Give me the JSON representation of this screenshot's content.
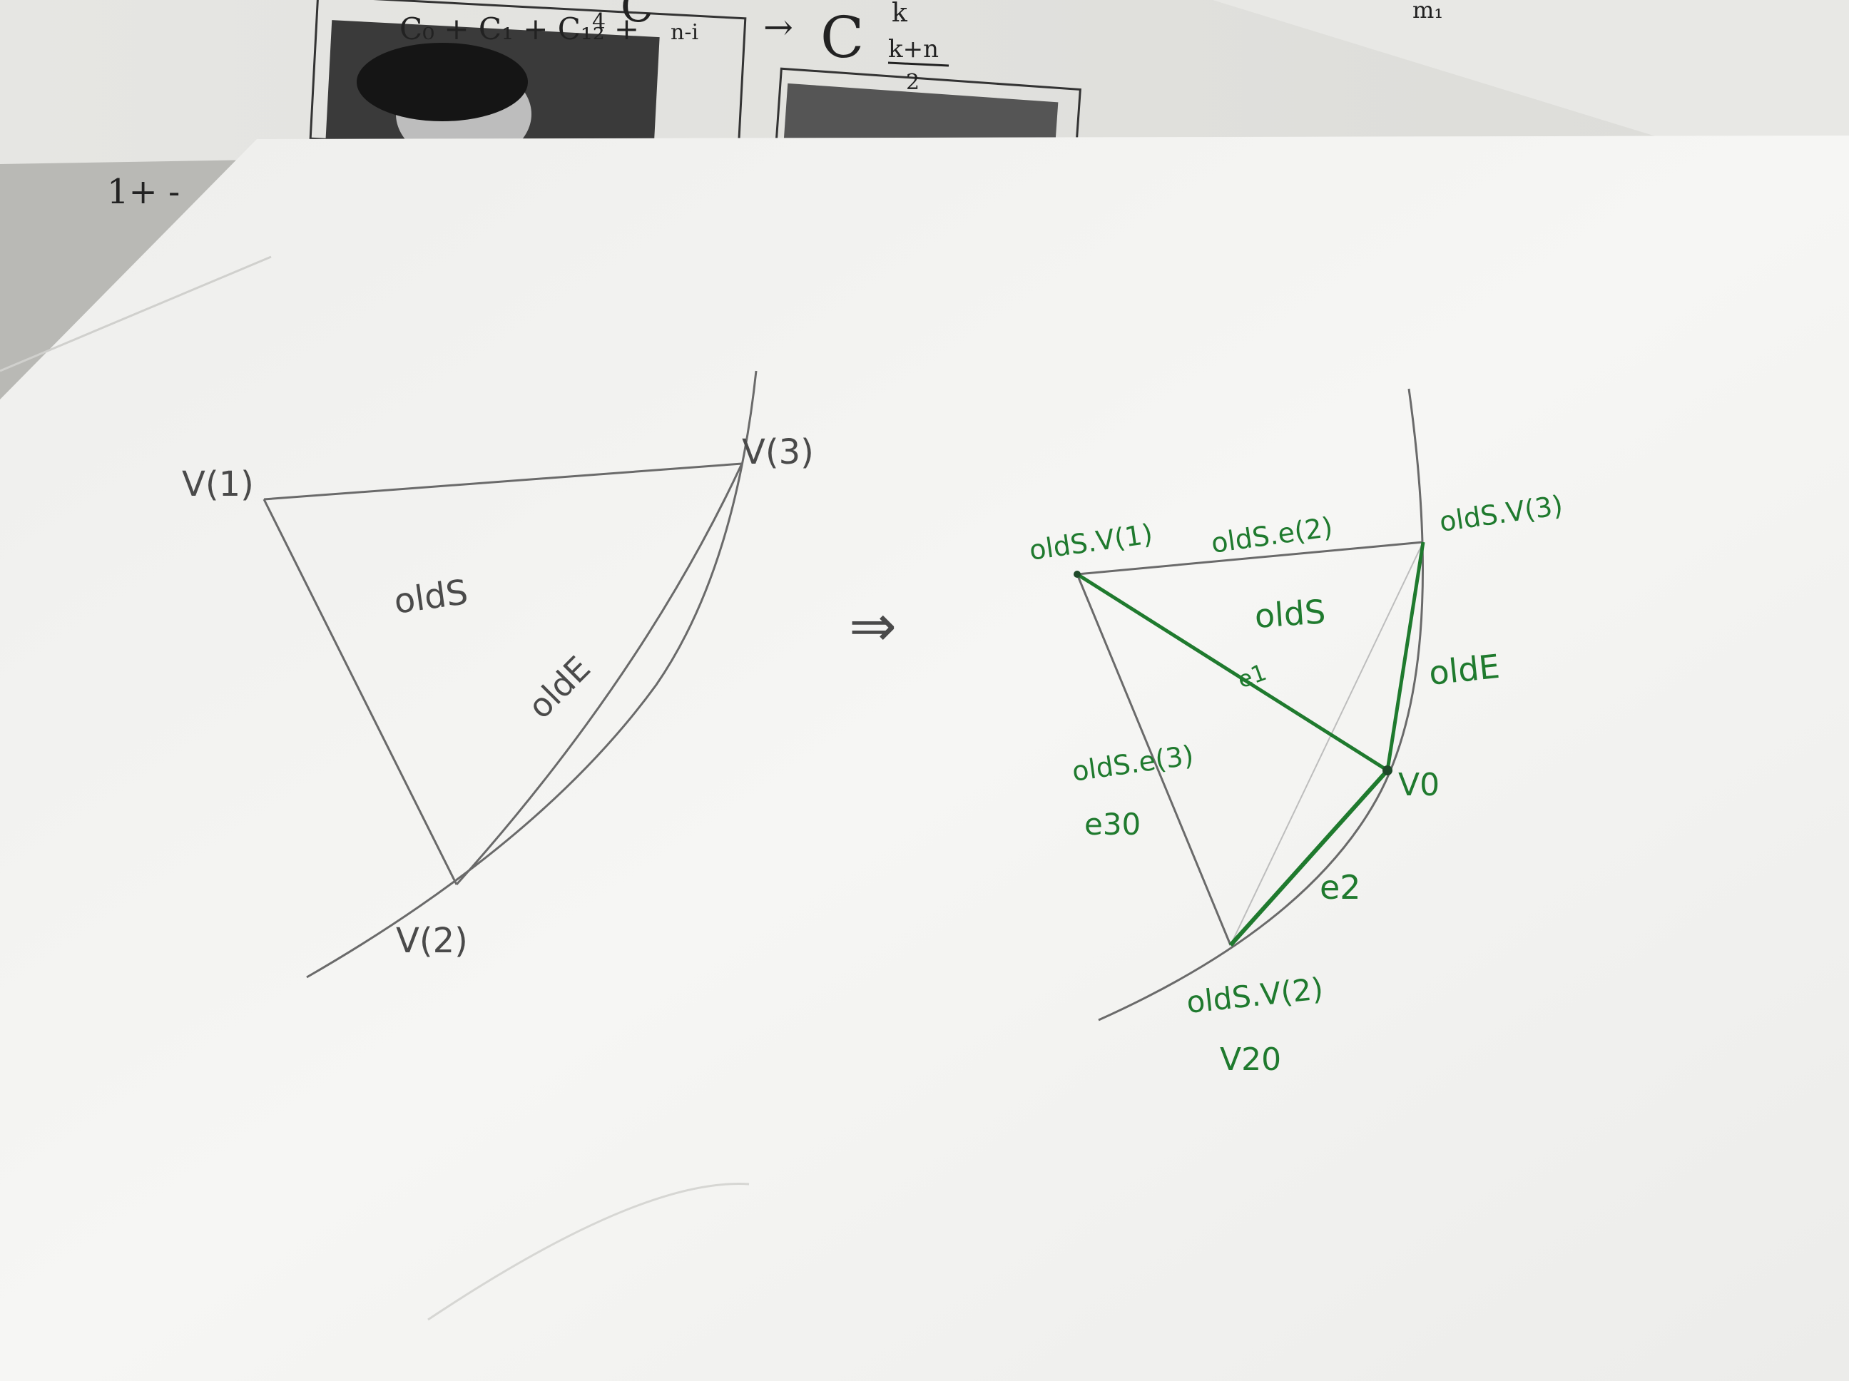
{
  "background_sheet": {
    "formula_top": "C",
    "formula_sub_left": "n-i",
    "formula_arrow": "→",
    "formula_right": "C",
    "formula_super": "k",
    "formula_sub_num": "k+n",
    "formula_sub_den": "2",
    "formula_left_terms": "C₀ + C₁ + C₁₂ +",
    "formula_super_4": "4",
    "corner_mark": "1+ -",
    "right_note": "m₁"
  },
  "left_sketch": {
    "v1": "V(1)",
    "v2": "V(2)",
    "v3": "V(3)",
    "face": "oldS",
    "edge": "oldE"
  },
  "implies_arrow": "⇒",
  "right_sketch": {
    "v1": "oldS.V(1)",
    "v2": "oldS.V(2)",
    "v3": "oldS.V(3)",
    "v20": "V20",
    "v0": "V0",
    "e2_top": "oldS.e(2)",
    "e3": "oldS.e(3)",
    "e30": "e30",
    "e1": "e1",
    "e2": "e2",
    "face": "oldS",
    "edge": "oldE"
  },
  "colors": {
    "pencil": "#4a4a4a",
    "green_ink": "#1f7a2e",
    "paper": "#f4f4f2"
  }
}
